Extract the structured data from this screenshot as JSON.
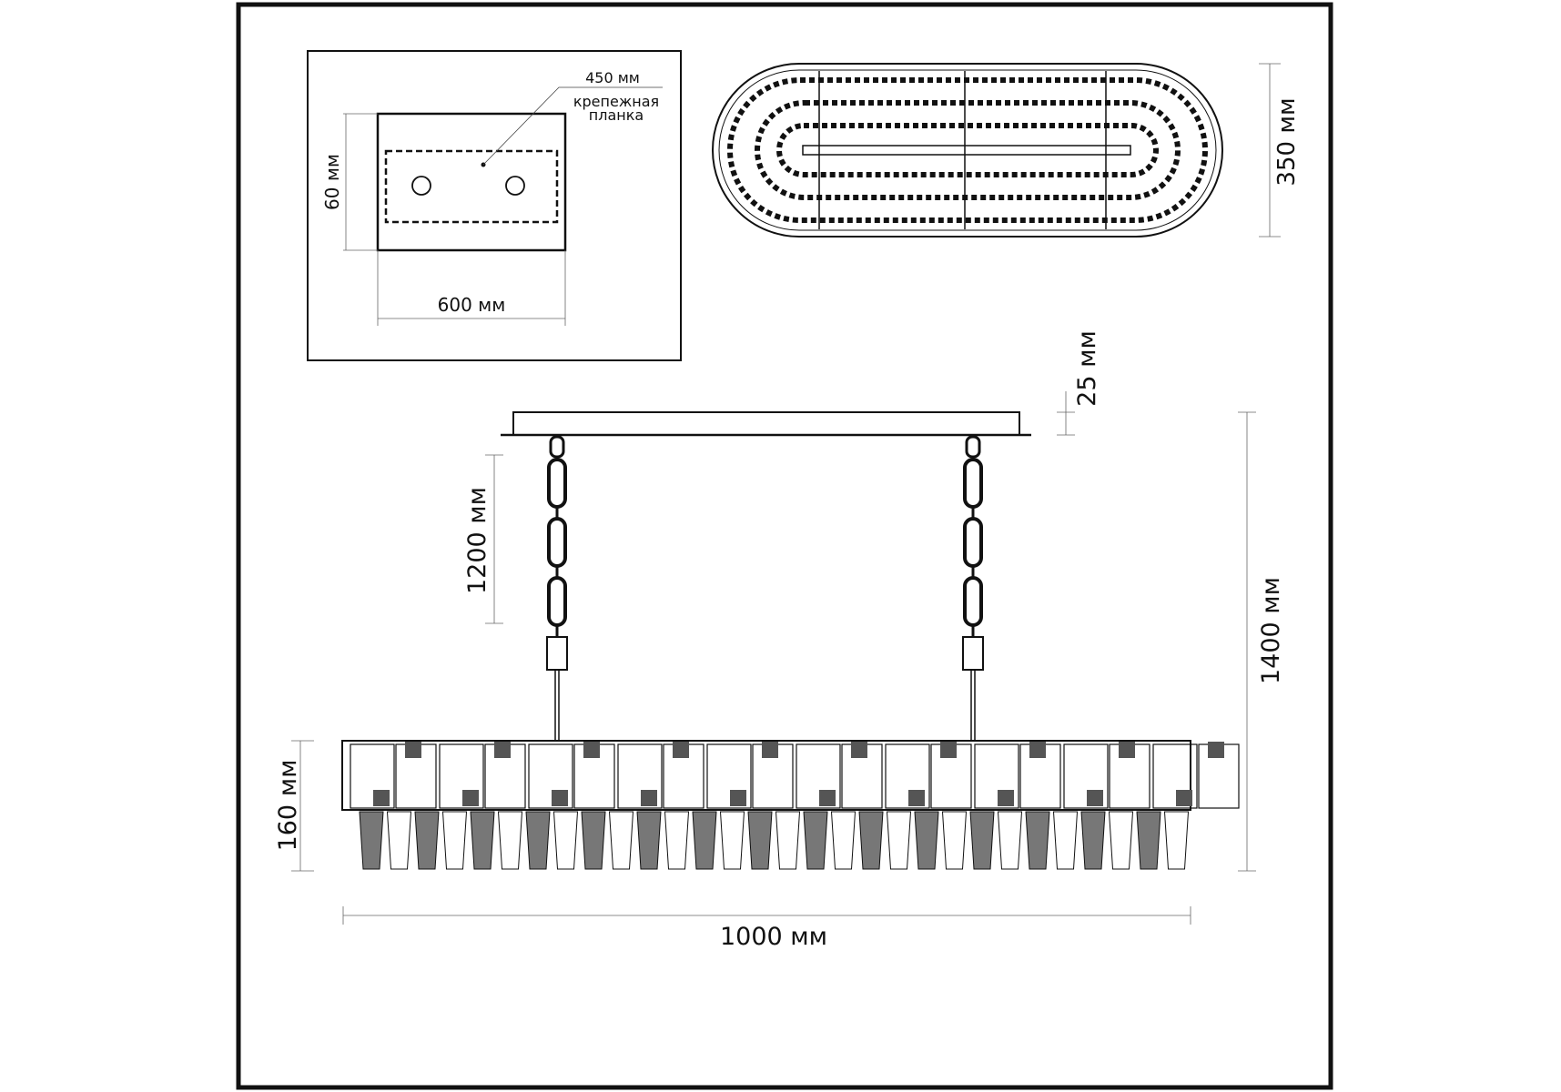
{
  "inset": {
    "bar_length": "450 мм",
    "bar_label_line1": "крепежная",
    "bar_label_line2": "планка",
    "height": "60 мм",
    "width": "600 мм"
  },
  "top_view": {
    "depth": "350 мм"
  },
  "side_view": {
    "canopy_height": "25 мм",
    "chain_length": "1200 мм",
    "total_height": "1400 мм",
    "body_height": "160 мм",
    "width": "1000 мм"
  }
}
